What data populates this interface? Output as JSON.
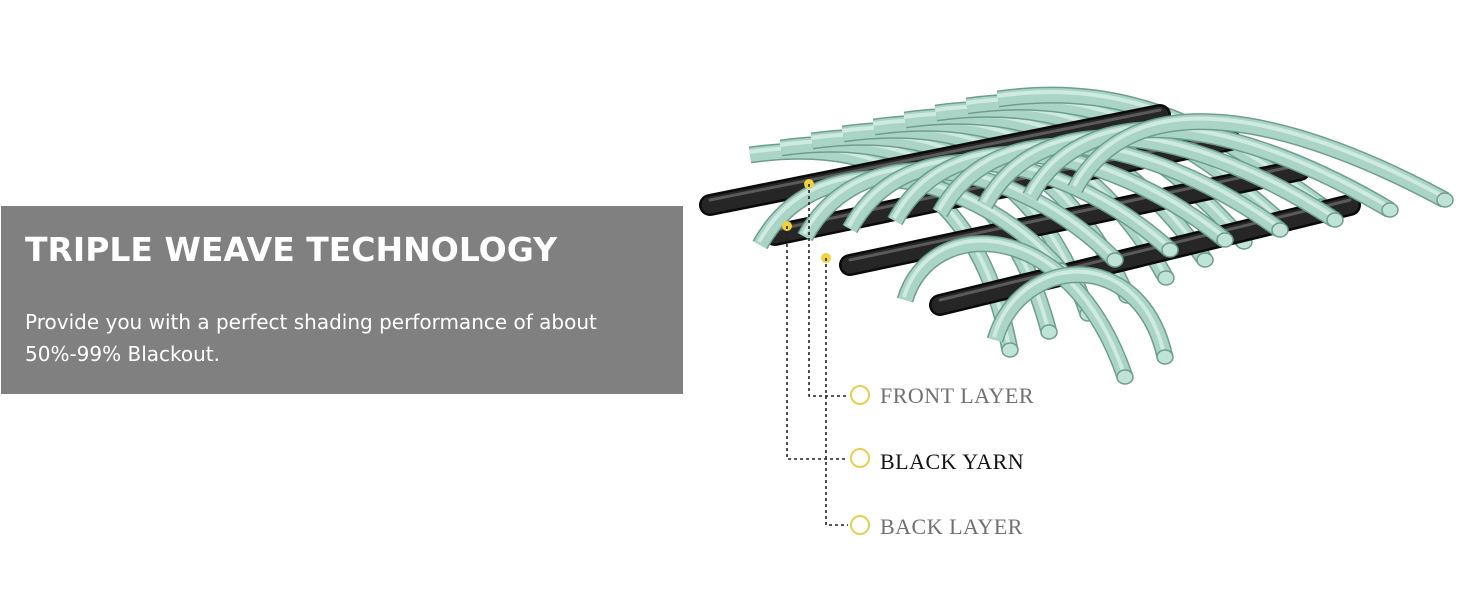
{
  "panel": {
    "title": "TRIPLE WEAVE TECHNOLOGY",
    "description": "Provide you with a perfect shading performance of about 50%-99% Blackout.",
    "background_color": "#808080"
  },
  "diagram": {
    "labels": [
      {
        "text": "FRONT LAYER"
      },
      {
        "text": "BLACK YARN"
      },
      {
        "text": "BACK LAYER"
      }
    ],
    "colors": {
      "warp_yarn": "#a9d4c6",
      "warp_yarn_shadow": "#7fb3a3",
      "black_yarn": "#262626",
      "marker_dot": "#f2d13a",
      "marker_ring": "#e6cf55"
    }
  }
}
